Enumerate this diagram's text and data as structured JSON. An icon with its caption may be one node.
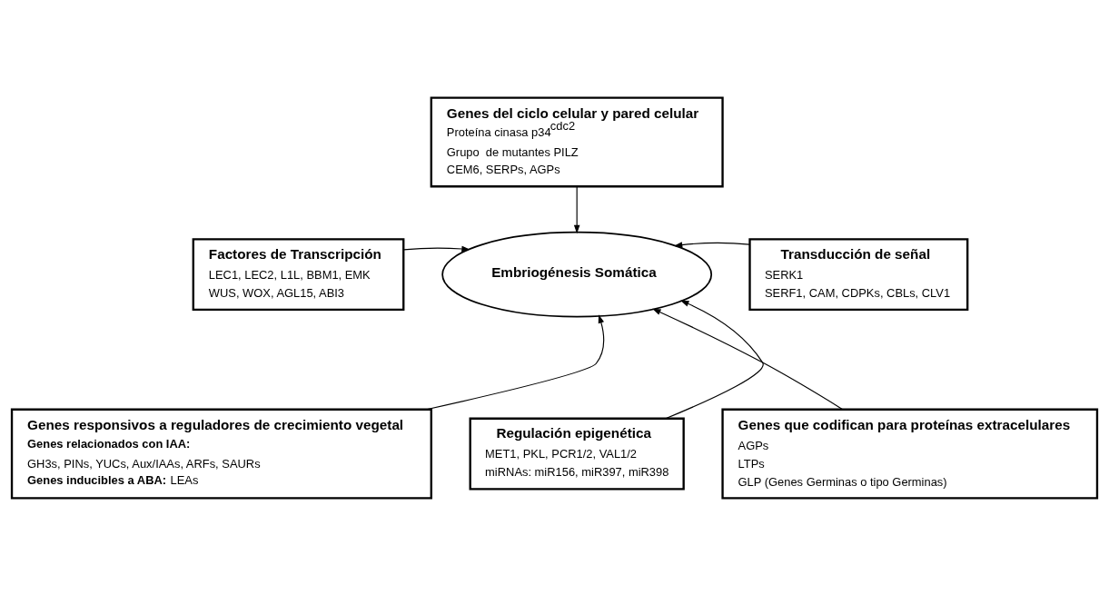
{
  "diagram": {
    "nodes": [
      {
        "text": [
          "Embriogénesis Somática"
        ]
      },
      {
        "text": [
          "Genes del ciclo celular y pared celular",
          "Proteína cinasa p34$^{cdc2}$",
          "Grupo  de mutantes PILZ",
          "CEM6, SERPs, AGPs"
        ]
      },
      {
        "text": [
          "Factores de Transcripción",
          "LEC1, LEC2, L1L, BBM1, EMK",
          "WUS, WOX, AGL15, ABI3"
        ]
      },
      {
        "text": [
          "Transducción de señal",
          "SERK1",
          "SERF1, CAM, CDPKs, CBLs, CLV1"
        ]
      },
      {
        "text": [
          "Genes responsivos a reguladores de crecimiento vegetal",
          "**Genes relacionados con IAA:**",
          "GH3s, PINs, YUCs, Aux/IAAs, ARFs, SAURs",
          "**Genes inducibles a ABA:** LEAs"
        ]
      },
      {
        "text": [
          "Genes que codifican para proteínas extracelulares",
          "AGPs",
          "LTPs",
          "GLP (Genes Germinas o tipo Germinas)"
        ]
      },
      {
        "text": [
          "Regulación epigenética",
          "MET1, PKL, PCR1/2, VAL1/2",
          "miRNAs: miR156, miR397, miR398"
        ]
      }
    ],
    "edges": [
      {
        "from": 1,
        "to": 0,
        "arrow": "to"
      },
      {
        "from": 2,
        "to": 0,
        "arrow": "to"
      },
      {
        "from": 3,
        "to": 0,
        "arrow": "to"
      },
      {
        "from": 4,
        "to": 0,
        "arrow": "to"
      },
      {
        "from": 5,
        "to": 0,
        "arrow": "to"
      },
      {
        "from": 6,
        "to": 0,
        "arrow": "to"
      }
    ]
  }
}
